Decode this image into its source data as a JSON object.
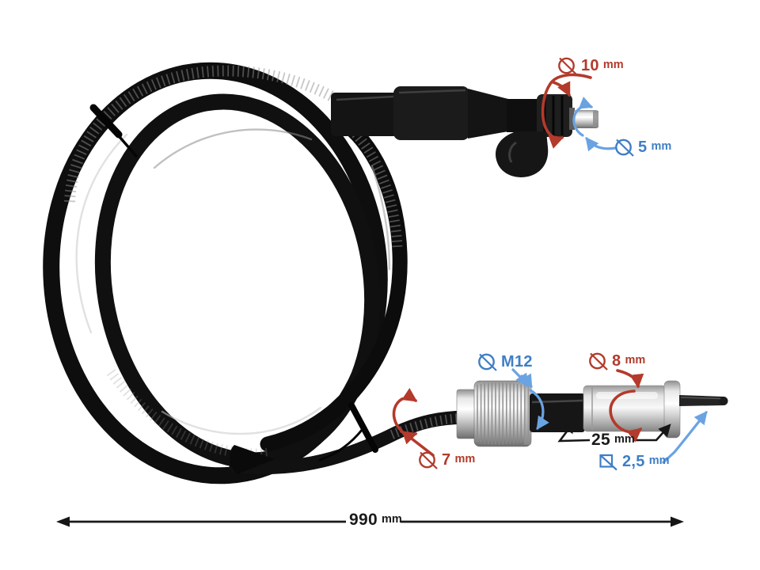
{
  "figure": {
    "kind": "annotated product photo",
    "subject": "coiled speedometer cable with dimension callouts",
    "background": "#ffffff"
  },
  "colors": {
    "annotation_red": "#b23b2c",
    "annotation_blue": "#3f7ec6",
    "annotation_black": "#1a1a1a"
  },
  "annotations": {
    "upper_end_diameter": {
      "symbol": "diameter",
      "value": "10",
      "unit": "mm",
      "color": "#b23b2c"
    },
    "upper_tip_diameter": {
      "symbol": "diameter",
      "value": "5",
      "unit": "mm",
      "color": "#3f7ec6"
    },
    "nut_thread": {
      "symbol": "diameter",
      "value": "M12",
      "unit": "",
      "color": "#3f7ec6"
    },
    "ferrule_diameter": {
      "symbol": "diameter",
      "value": "8",
      "unit": "mm",
      "color": "#b23b2c"
    },
    "ferrule_length": {
      "symbol": "",
      "value": "25",
      "unit": "mm",
      "color": "#1a1a1a"
    },
    "cable_diameter": {
      "symbol": "diameter",
      "value": "7",
      "unit": "mm",
      "color": "#b23b2c"
    },
    "square_tip_size": {
      "symbol": "square",
      "value": "2,5",
      "unit": "mm",
      "color": "#3f7ec6"
    },
    "total_length": {
      "symbol": "",
      "value": "990",
      "unit": "mm",
      "color": "#1a1a1a"
    }
  }
}
